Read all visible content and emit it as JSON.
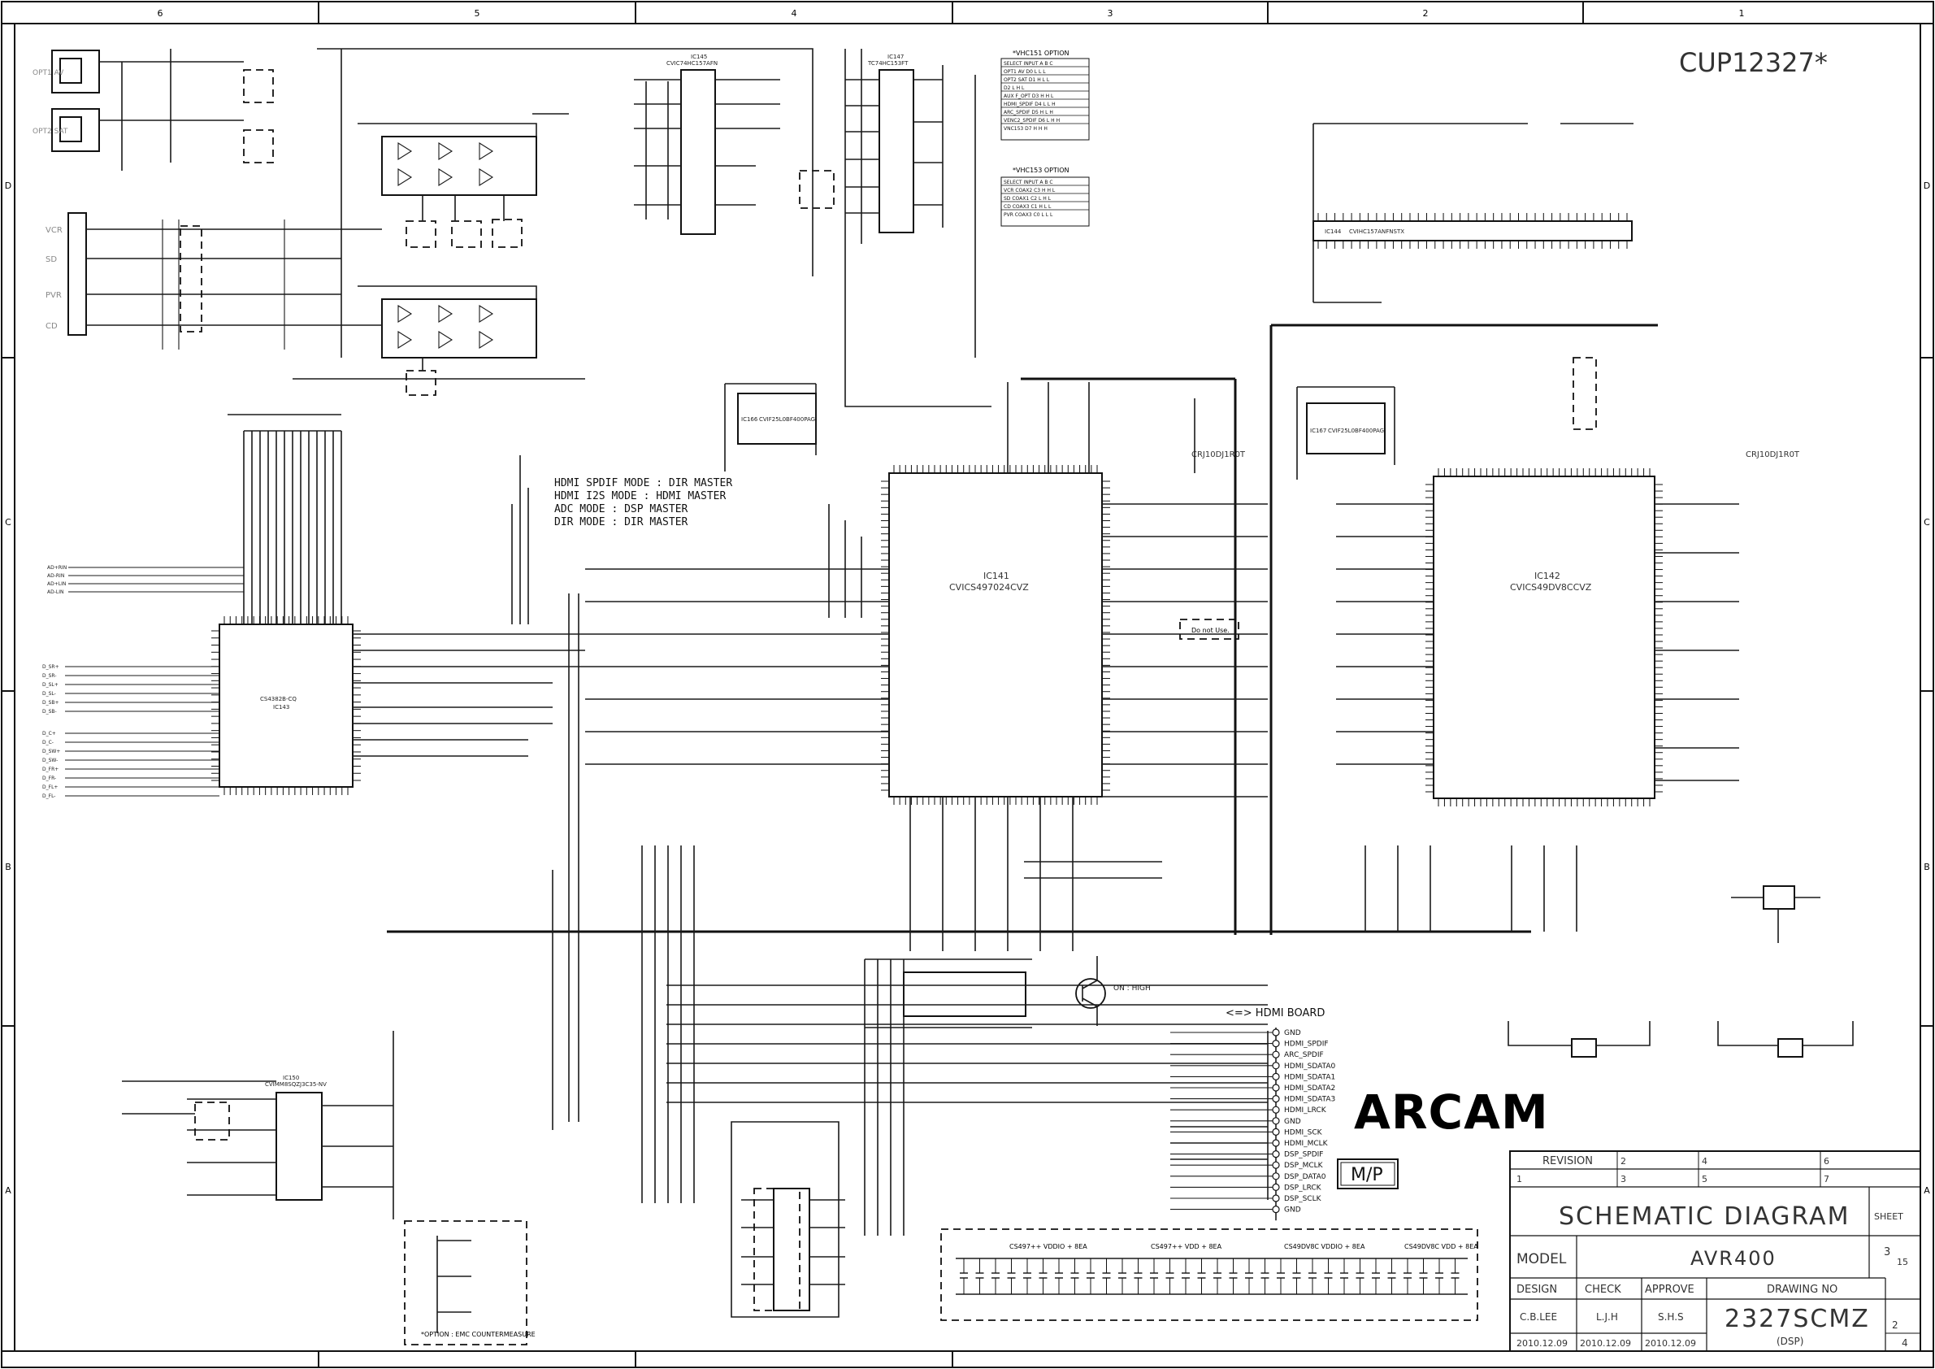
{
  "border": {
    "columns": [
      "6",
      "5",
      "4",
      "3",
      "2",
      "1"
    ],
    "rows": [
      "D",
      "C",
      "B",
      "A"
    ]
  },
  "header": {
    "code": "CUP12327*"
  },
  "notes": {
    "modes": [
      "HDMI SPDIF MODE : DIR MASTER",
      "HDMI I2S MODE : HDMI MASTER",
      "ADC MODE : DSP MASTER",
      "DIR MODE : DIR MASTER"
    ],
    "on_high": "ON : HIGH",
    "hdmi_board": "<=> HDMI BOARD",
    "emc_option": "*OPTION : EMC COUNTERMEASURE",
    "do_not_use": "Do not Use."
  },
  "ics": {
    "ic141": {
      "ref": "IC141",
      "part": "CVICS497024CVZ"
    },
    "ic142": {
      "ref": "IC142",
      "part": "CVICS49DV8CCVZ"
    },
    "ic143": {
      "ref": "IC143",
      "part": "CS4382B-CQ"
    },
    "ic144": {
      "ref": "IC144",
      "part": "CVIHC157ANFNSTX"
    },
    "ic145": {
      "ref": "IC145",
      "part": "CVIC74HC157AFN"
    },
    "ic147": {
      "ref": "IC147",
      "part": "TC74HC153FT"
    },
    "ic150": {
      "ref": "IC150",
      "part": "CVIMM8SQZJ3C35-NV"
    },
    "ic166": {
      "ref": "IC166",
      "part": "CVIF25L0BF400PAG"
    },
    "ic167": {
      "ref": "IC167",
      "part": "CVIF25L0BF400PAG"
    },
    "sdram_a": "CRJ10DJ1R0T",
    "sdram_b": "CRJ10DJ1R0T"
  },
  "connectors": {
    "opt1": "OPT1 AV",
    "opt2": "OPT2 SAT",
    "coax": [
      "VCR",
      "SD",
      "PVR",
      "CD"
    ],
    "hdmi_signals": [
      "GND",
      "HDMI_SPDIF",
      "ARC_SPDIF",
      "HDMI_SDATA0",
      "HDMI_SDATA1",
      "HDMI_SDATA2",
      "HDMI_SDATA3",
      "HDMI_LRCK",
      "GND",
      "HDMI_SCK",
      "HDMI_MCLK",
      "DSP_SPDIF",
      "DSP_MCLK",
      "DSP_DATA0",
      "DSP_LRCK",
      "DSP_SCLK",
      "GND"
    ],
    "ad_inputs": [
      "AD+RIN",
      "AD-RIN",
      "AD+LIN",
      "AD-LIN"
    ],
    "dac_outputs": [
      "D_SR+",
      "D_SR-",
      "D_SL+",
      "D_SL-",
      "D_SB+",
      "D_SB-",
      "D_C+",
      "D_C-",
      "D_SW+",
      "D_SW-",
      "D_FR+",
      "D_FR-",
      "D_FL+",
      "D_FL-"
    ]
  },
  "tables": {
    "vhc151": {
      "title": "*VHC151 OPTION",
      "header": [
        "SELECT INPUT",
        "A",
        "B",
        "C"
      ],
      "rows": [
        [
          "OPT1  AV",
          "D0",
          "L",
          "L",
          "L"
        ],
        [
          "OPT2  SAT",
          "D1",
          "H",
          "L",
          "L"
        ],
        [
          "",
          "D2",
          "L",
          "H",
          "L"
        ],
        [
          "AUX  F_OPT",
          "D3",
          "H",
          "H",
          "L"
        ],
        [
          "HDMI_SPDIF",
          "D4",
          "L",
          "L",
          "H"
        ],
        [
          "ARC_SPDIF",
          "D5",
          "H",
          "L",
          "H"
        ],
        [
          "VENC2_SPDIF",
          "D6",
          "L",
          "H",
          "H"
        ],
        [
          "VNC153",
          "D7",
          "H",
          "H",
          "H"
        ]
      ]
    },
    "vhc153": {
      "title": "*VHC153 OPTION",
      "header": [
        "SELECT INPUT",
        "A",
        "B",
        "C"
      ],
      "rows": [
        [
          "VCR",
          "COAX2",
          "C3",
          "H",
          "H",
          "L"
        ],
        [
          "SD",
          "COAX1",
          "C2",
          "L",
          "H",
          "L"
        ],
        [
          "CD",
          "COAX3",
          "C1",
          "H",
          "L",
          "L"
        ],
        [
          "PVR",
          "COAX3",
          "C0",
          "L",
          "L",
          "L"
        ]
      ]
    }
  },
  "supply_labels": {
    "sections": [
      "CS497++ VDDIO + 8EA",
      "CS497++ VDD + 8EA",
      "CS49DV8C VDDIO + 8EA",
      "CS49DV8C VDD + 8EA"
    ]
  },
  "logo": "ARCAM",
  "mp": "M/P",
  "title_block": {
    "revision_label": "REVISION",
    "revision_nums": [
      "1",
      "2",
      "3",
      "4",
      "5",
      "6",
      "7"
    ],
    "title": "SCHEMATIC DIAGRAM",
    "sheet_label": "SHEET",
    "model_label": "MODEL",
    "model": "AVR400",
    "sheet": "3",
    "sheet_total": "15",
    "drawing_no_label": "DRAWING NO",
    "design_label": "DESIGN",
    "check_label": "CHECK",
    "approve_label": "APPROVE",
    "design_by": "C.B.LEE",
    "check_by": "L.J.H",
    "approve_by": "S.H.S",
    "drawing_no": "2327SCMZ",
    "drawing_sub": "(DSP)",
    "dates": [
      "2010.12.09",
      "2010.12.09",
      "2010.12.09"
    ],
    "page": "2",
    "page_total": "4"
  },
  "colors": {
    "ink": "#111111",
    "paper": "#ffffff",
    "faint": "#666666"
  }
}
